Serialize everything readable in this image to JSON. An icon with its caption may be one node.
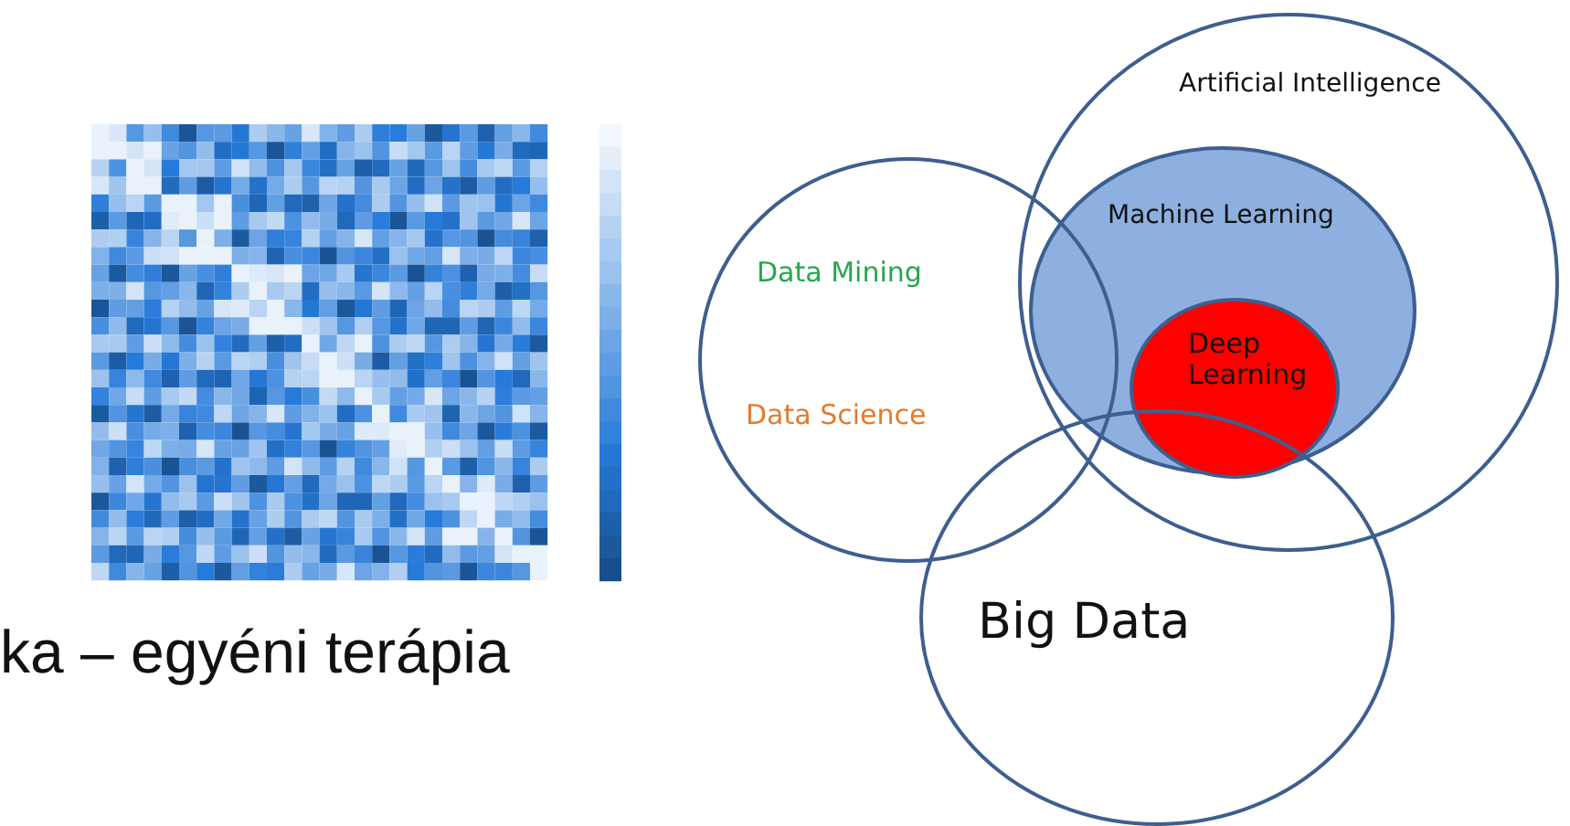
{
  "diagram": {
    "nodes": [
      {
        "text": [],
        "shape": "picture"
      },
      {
        "text": [
          "Artificial Intelligence"
        ]
      },
      {
        "text": [
          "Machine Learning"
        ],
        "in": 1
      },
      {
        "text": [
          "Deep Learning"
        ],
        "in": 2
      },
      {
        "text": [
          "Data Mining",
          "Data Science"
        ]
      },
      {
        "text": [
          "Big Data"
        ]
      }
    ],
    "edges": [],
    "labels": [
      "ka – egyéni terápia"
    ]
  }
}
